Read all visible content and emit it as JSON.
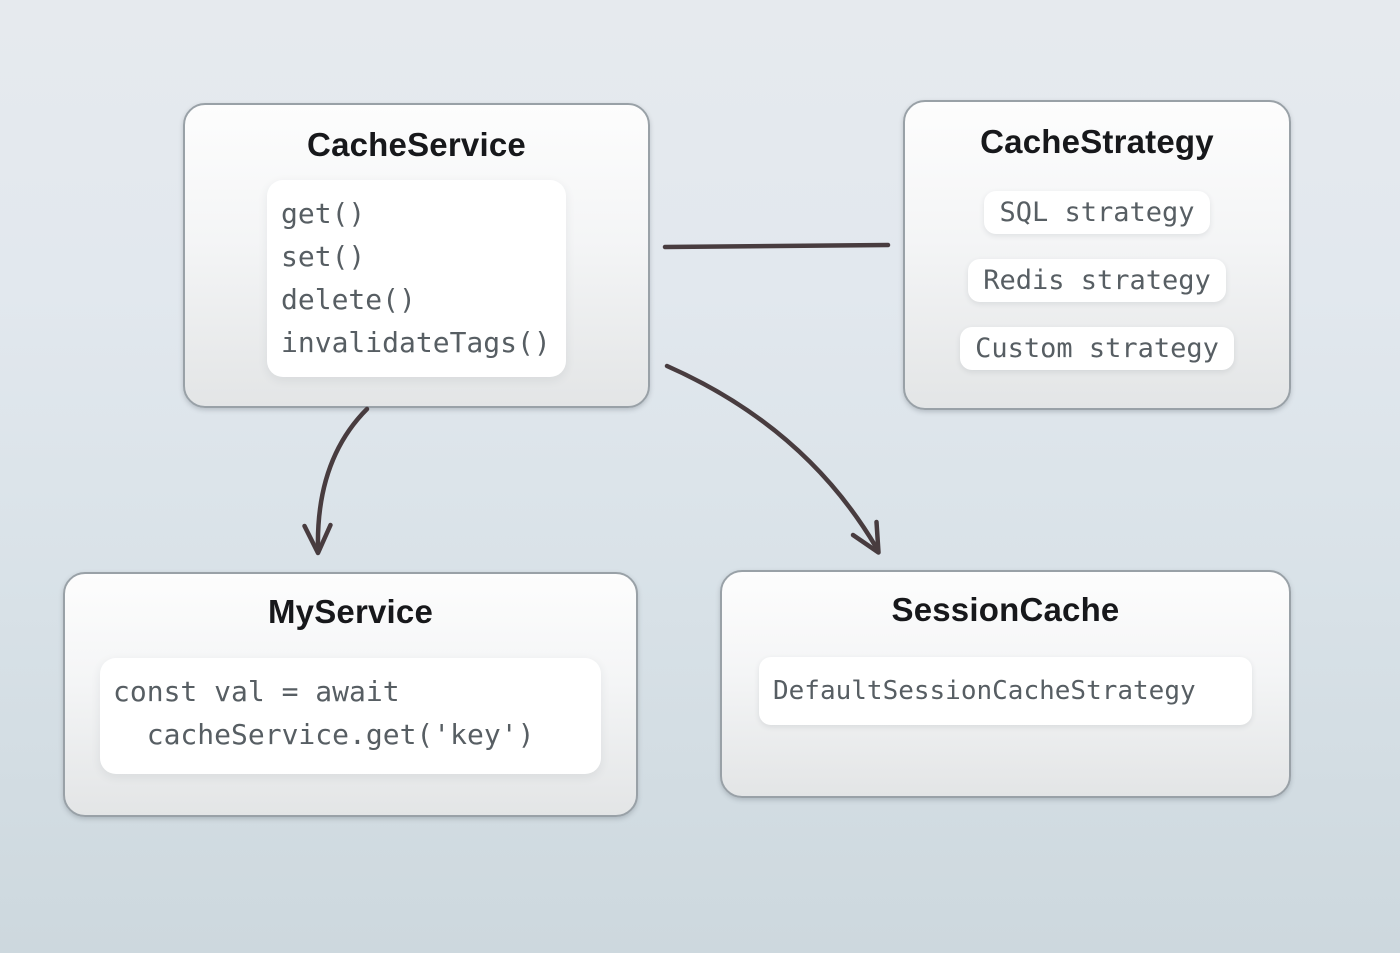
{
  "diagram": {
    "nodes": {
      "cache_service": {
        "title": "CacheService",
        "methods": [
          "get()",
          "set()",
          "delete()",
          "invalidateTags()"
        ]
      },
      "cache_strategy": {
        "title": "CacheStrategy",
        "strategies": [
          "SQL strategy",
          "Redis strategy",
          "Custom strategy"
        ]
      },
      "my_service": {
        "title": "MyService",
        "code_lines": [
          "const val = await",
          "  cacheService.get('key')"
        ]
      },
      "session_cache": {
        "title": "SessionCache",
        "strategy": "DefaultSessionCacheStrategy"
      }
    },
    "edges": [
      {
        "from": "CacheService",
        "to": "CacheStrategy",
        "kind": "plain-line"
      },
      {
        "from": "CacheService",
        "to": "MyService",
        "kind": "curved-arrow"
      },
      {
        "from": "CacheService",
        "to": "SessionCache",
        "kind": "curved-arrow"
      }
    ],
    "colors": {
      "edge_stroke": "#483c3f",
      "node_border": "#99a1a7",
      "node_fill_top": "#fdfdfd",
      "node_fill_bottom": "#e3e5e6",
      "card_fill": "#ffffff",
      "title_text": "#17181b",
      "code_text": "#575e63",
      "background_top": "#e6eaee",
      "background_bottom": "#cdd8de"
    }
  }
}
